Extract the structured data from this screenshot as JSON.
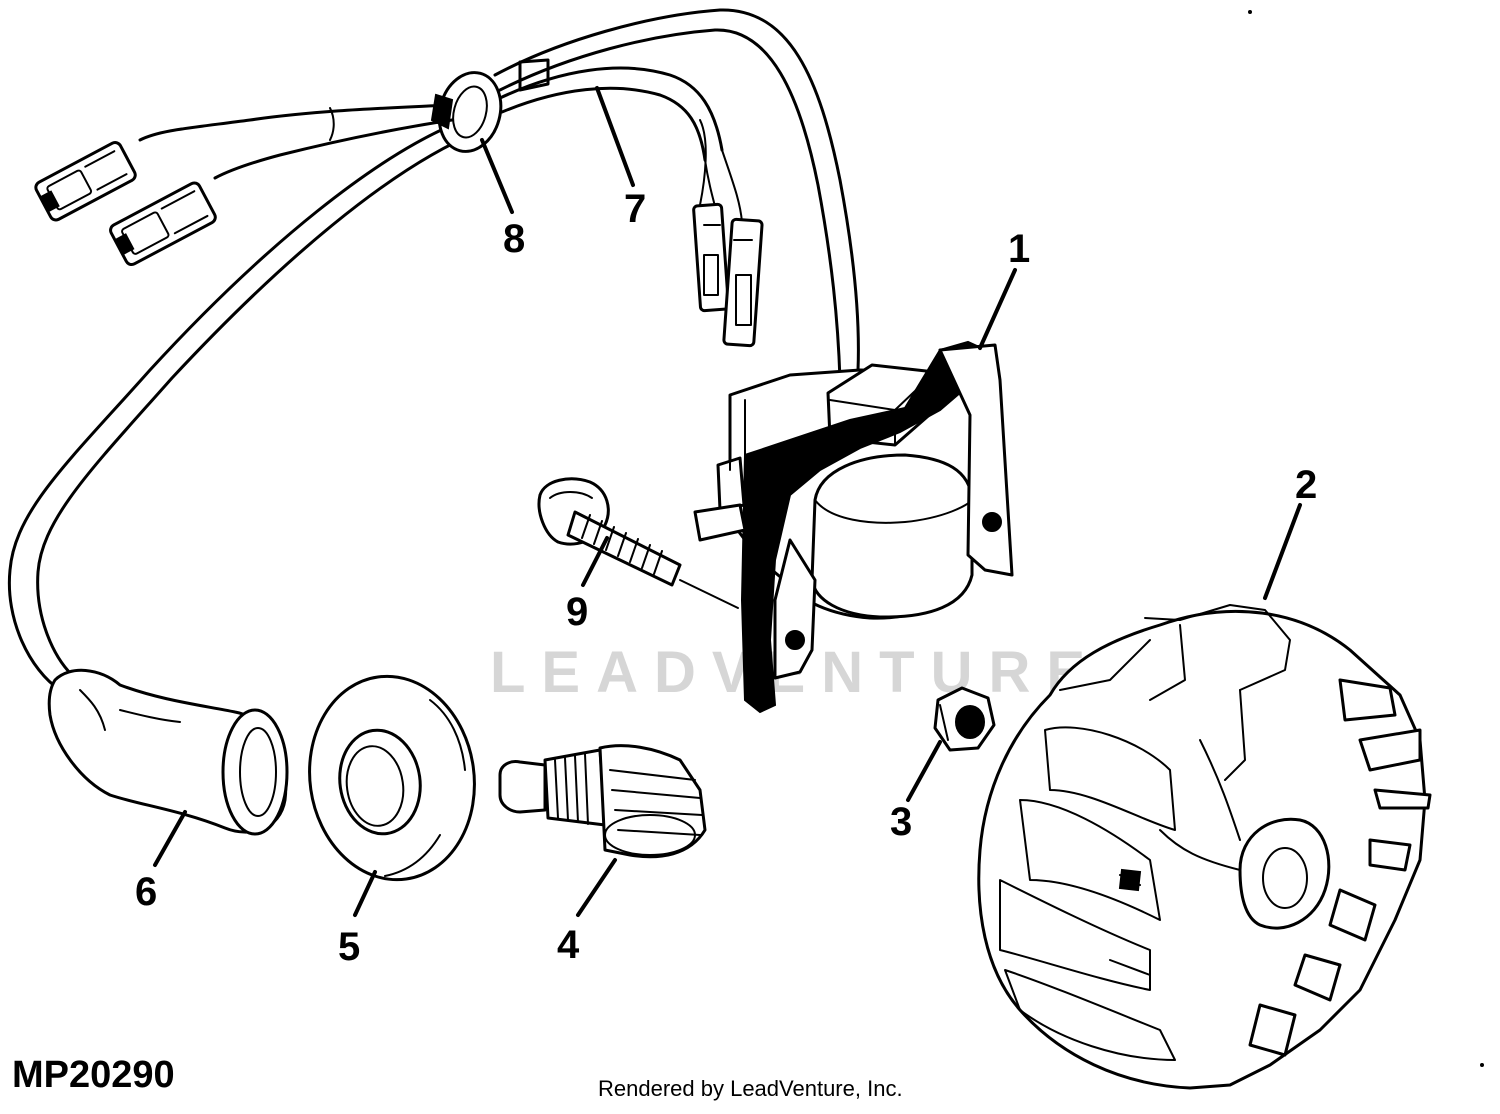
{
  "figure_id": "MP20290",
  "footer": "Rendered by LeadVenture, Inc.",
  "watermark": "LEADVENTURE",
  "callouts": [
    {
      "id": "1",
      "label": "1"
    },
    {
      "id": "2",
      "label": "2"
    },
    {
      "id": "3",
      "label": "3"
    },
    {
      "id": "4",
      "label": "4"
    },
    {
      "id": "5",
      "label": "5"
    },
    {
      "id": "6",
      "label": "6"
    },
    {
      "id": "7",
      "label": "7"
    },
    {
      "id": "8",
      "label": "8"
    },
    {
      "id": "9",
      "label": "9"
    }
  ]
}
